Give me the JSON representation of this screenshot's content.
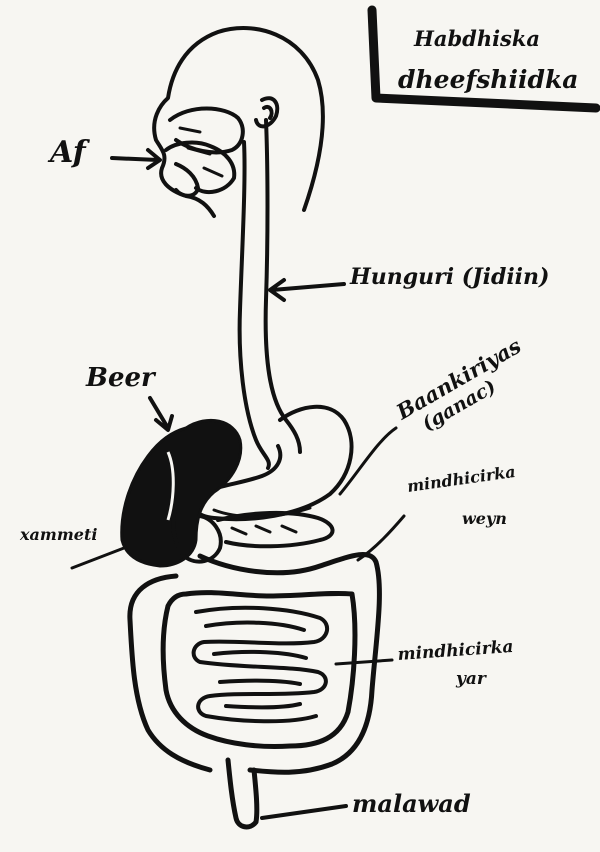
{
  "title": {
    "line1": "Habdhiska",
    "line2": "dheefshiidka"
  },
  "labels": {
    "mouth": "Af",
    "esophagus": "Hunguri (Jidiin)",
    "liver": "Beer",
    "pancreas_line1": "Baankiriyas",
    "pancreas_line2": "(ganac)",
    "large_intestine_line1": "mindhicirka",
    "large_intestine_line2": "weyn",
    "gallbladder": "xammeti",
    "small_intestine_line1": "mindhicirka",
    "small_intestine_line2": "yar",
    "rectum": "malawad"
  },
  "colors": {
    "ink": "#111111",
    "paper": "#f7f6f2"
  }
}
